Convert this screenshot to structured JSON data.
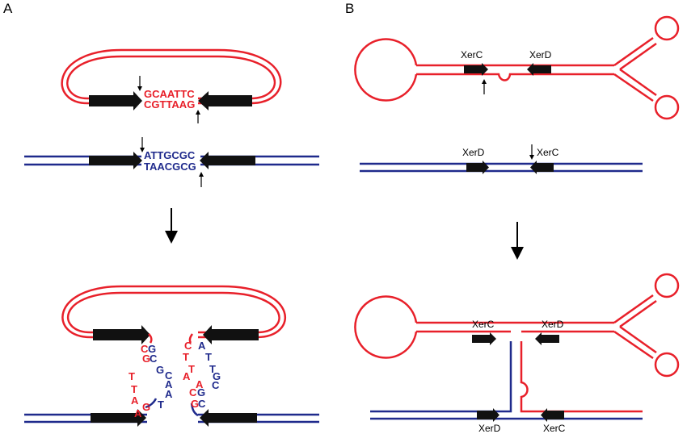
{
  "panels": {
    "a": "A",
    "b": "B"
  },
  "colors": {
    "red": "#e8202a",
    "blue": "#1f2a8c",
    "black": "#111111"
  },
  "panel_a": {
    "red_top": "GCAATTC",
    "red_bottom": "CGTTAAG",
    "blue_top": "ATTGCGC",
    "blue_bottom": "TAACGCG",
    "left_blue_letters": [
      "G",
      "C",
      "G",
      "C",
      "A",
      "A",
      "T"
    ],
    "left_red_letters": [
      "C",
      "G",
      "T",
      "T",
      "A",
      "A",
      "G"
    ],
    "right_red_letters": [
      "C",
      "T",
      "T",
      "A",
      "A",
      "C",
      "G"
    ],
    "right_blue_letters": [
      "A",
      "T",
      "T",
      "G",
      "C",
      "G",
      "C"
    ]
  },
  "panel_b": {
    "xerc": "XerC",
    "xerd": "XerD"
  }
}
